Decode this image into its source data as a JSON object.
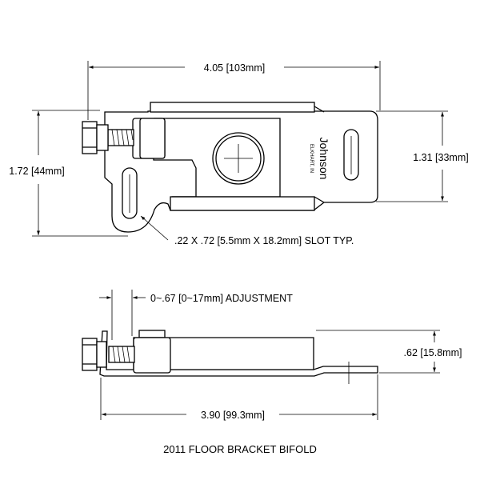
{
  "top_view": {
    "overall_width": "4.05 [103mm]",
    "overall_height": "1.72 [44mm]",
    "body_height": "1.31 [33mm]",
    "slot_note": ".22 X .72 [5.5mm X 18.2mm] SLOT TYP.",
    "brand_name": "Johnson",
    "brand_location": "ELKHART, IN"
  },
  "side_view": {
    "adjustment": "0~.67 [0~17mm] ADJUSTMENT",
    "height": ".62 [15.8mm]",
    "width": "3.90 [99.3mm]"
  },
  "title": "2011 FLOOR BRACKET BIFOLD"
}
